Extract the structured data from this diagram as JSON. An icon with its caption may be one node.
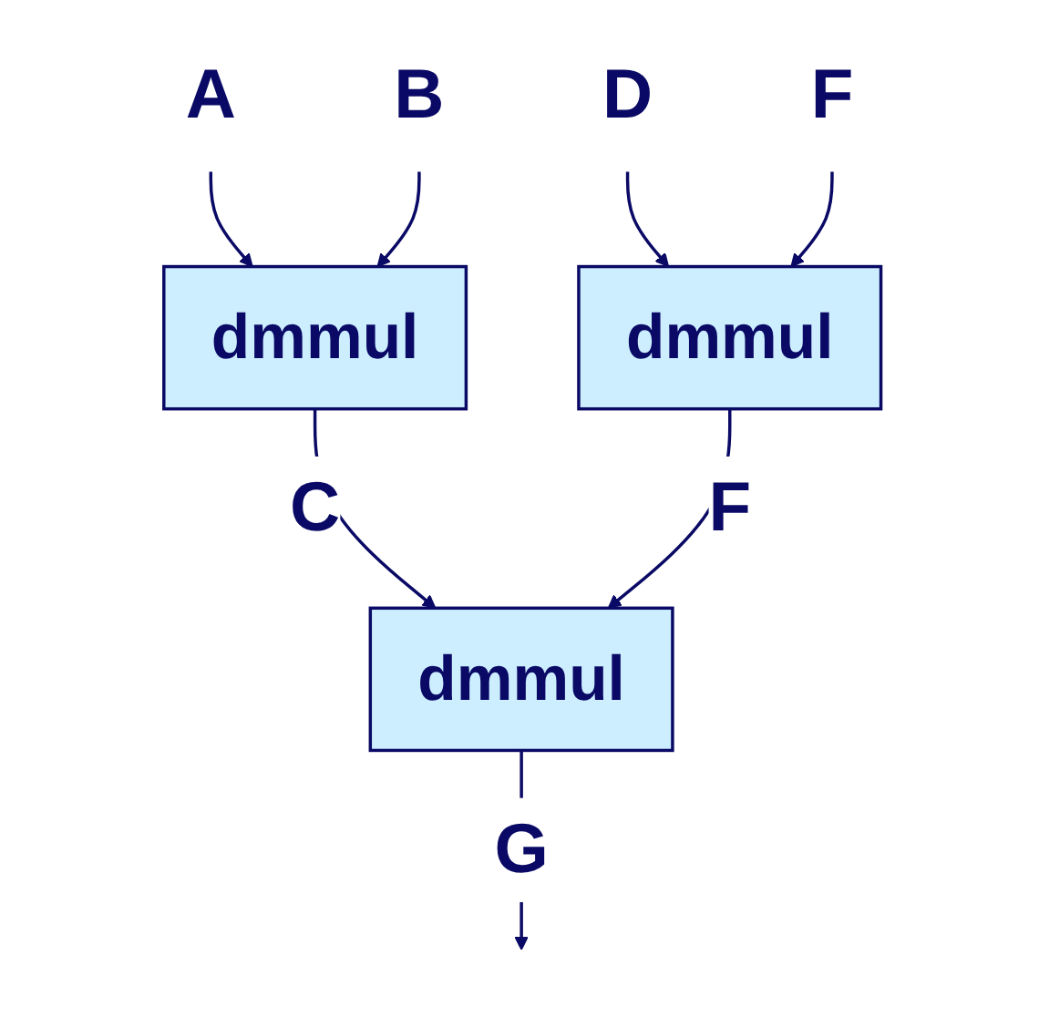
{
  "diagram": {
    "nodes": [
      {
        "text": [
          "A"
        ]
      },
      {
        "text": [
          "B"
        ]
      },
      {
        "text": [
          "D"
        ]
      },
      {
        "text": [
          "F"
        ]
      },
      {
        "text": [
          "dmmul"
        ]
      },
      {
        "text": [
          "dmmul"
        ]
      },
      {
        "text": [
          "dmmul"
        ]
      }
    ],
    "edges": [
      {
        "from": 0,
        "to": 4,
        "arrow": "to"
      },
      {
        "from": 1,
        "to": 4,
        "arrow": "to"
      },
      {
        "from": 2,
        "to": 5,
        "arrow": "to"
      },
      {
        "from": 3,
        "to": 5,
        "arrow": "to"
      },
      {
        "from": 4,
        "to": 6,
        "arrow": "to",
        "label": "C"
      },
      {
        "from": 5,
        "to": 6,
        "arrow": "to",
        "label": "F"
      },
      {
        "from": 6,
        "to": null,
        "arrow": "to",
        "label": "G"
      }
    ]
  }
}
